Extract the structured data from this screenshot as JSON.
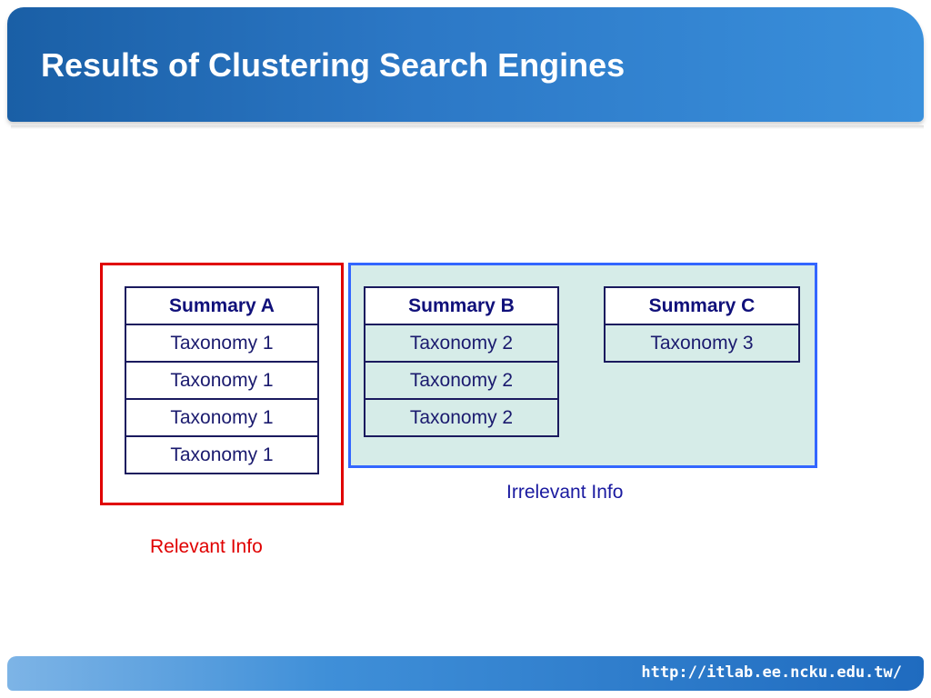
{
  "slide": {
    "title": "Results of Clustering Search Engines",
    "footer_url": "http://itlab.ee.ncku.edu.tw/"
  },
  "diagram": {
    "summary_a": {
      "header": "Summary A",
      "rows": [
        "Taxonomy 1",
        "Taxonomy 1",
        "Taxonomy 1",
        "Taxonomy 1"
      ]
    },
    "summary_b": {
      "header": "Summary B",
      "rows": [
        "Taxonomy 2",
        "Taxonomy 2",
        "Taxonomy 2"
      ]
    },
    "summary_c": {
      "header": "Summary C",
      "rows": [
        "Taxonomy 3"
      ]
    },
    "relevant_label": "Relevant Info",
    "irrelevant_label": "Irrelevant Info"
  },
  "colors": {
    "title_bar": "#2c78c6",
    "relevant_border": "#e00000",
    "irrelevant_border": "#3366ff",
    "irrelevant_fill": "#d6ece8",
    "table_text": "#1a1a6e"
  }
}
